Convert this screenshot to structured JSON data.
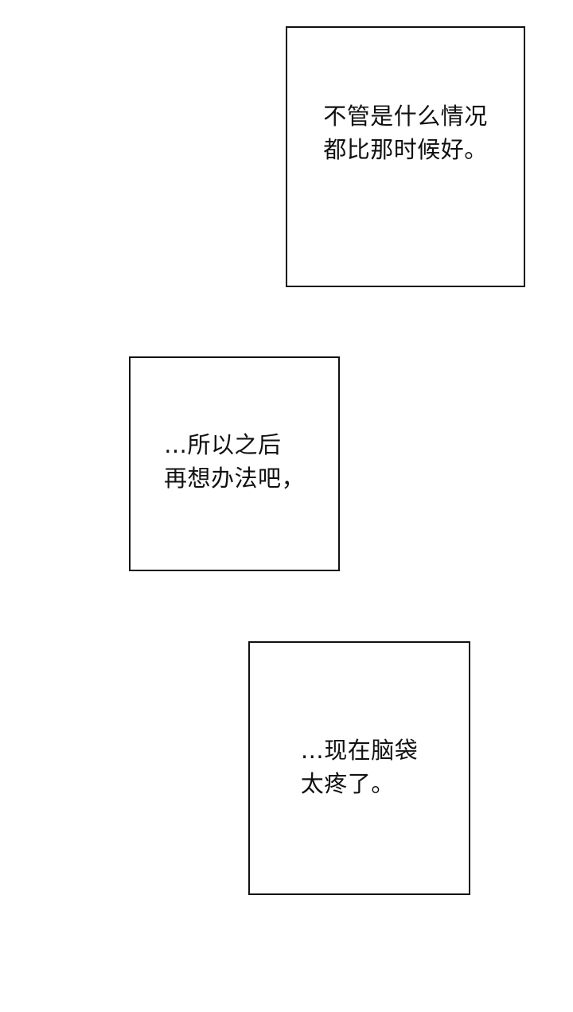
{
  "panels": [
    {
      "lines": [
        "不管是什么情况",
        "都比那时候好。"
      ]
    },
    {
      "lines": [
        "…所以之后",
        "再想办法吧，"
      ]
    },
    {
      "lines": [
        "…现在脑袋",
        "太疼了。"
      ]
    }
  ]
}
